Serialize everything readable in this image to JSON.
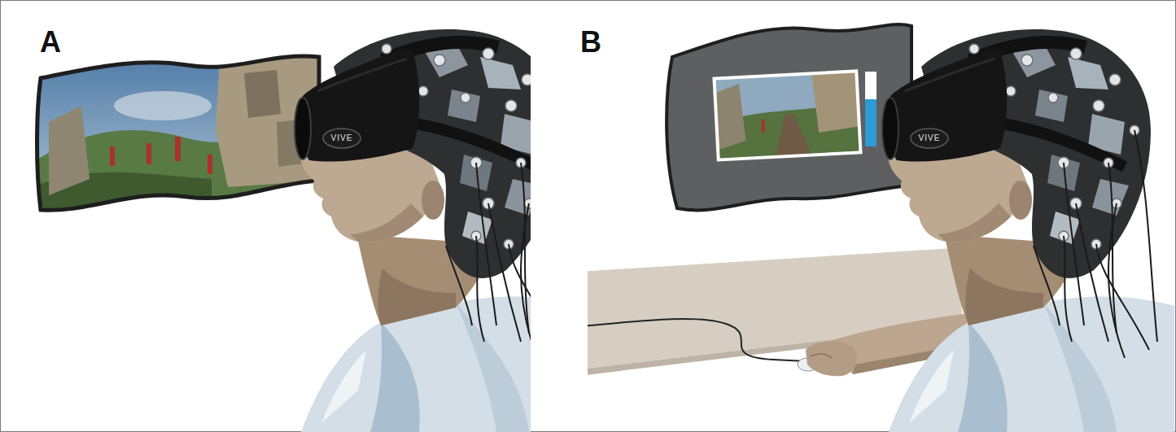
{
  "diagram": {
    "labels": [
      "A",
      "B",
      "VIVE",
      "VIVE"
    ]
  }
}
